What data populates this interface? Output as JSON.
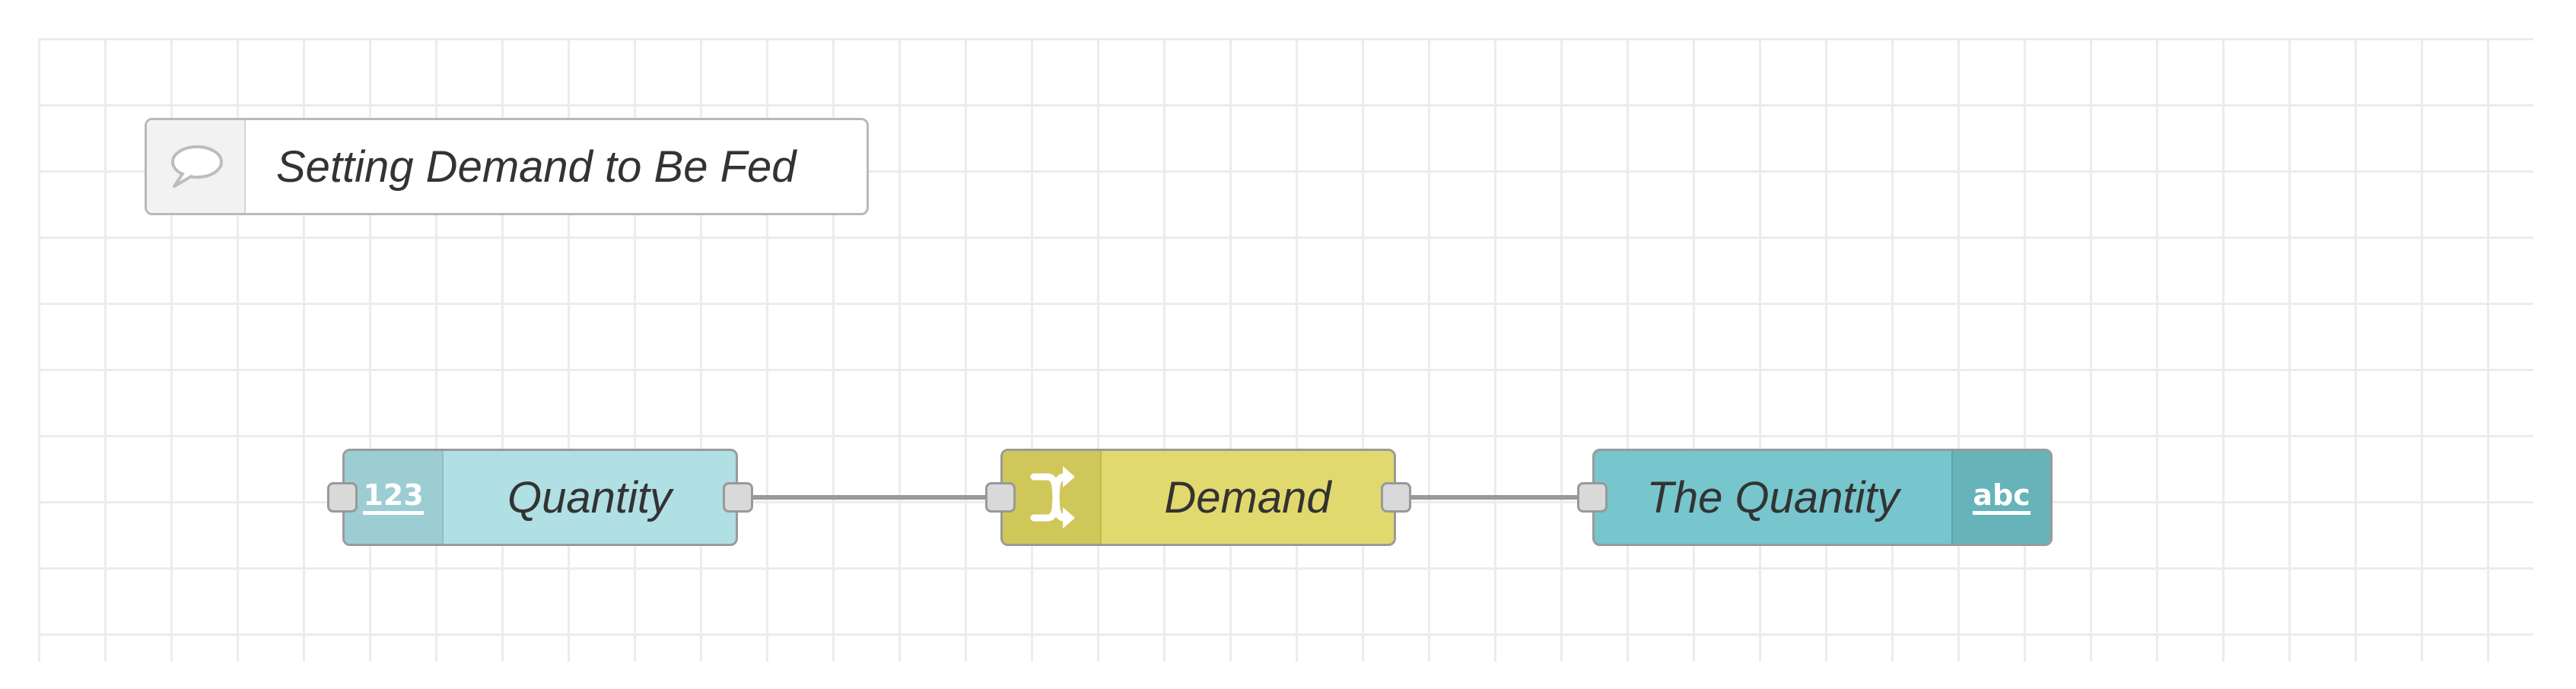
{
  "comment": {
    "label": "Setting Demand to Be Fed",
    "icon": "speech-bubble-icon"
  },
  "nodes": [
    {
      "id": "quantity",
      "label": "Quantity",
      "icon": "number-icon",
      "icon_text": "123",
      "color": "#b0dfe4"
    },
    {
      "id": "demand",
      "label": "Demand",
      "icon": "shuffle-icon",
      "color": "#e2d96e"
    },
    {
      "id": "the-quantity",
      "label": "The Quantity",
      "icon": "string-icon",
      "icon_text": "abc",
      "color": "#77c6cd"
    }
  ],
  "wires": [
    {
      "from": "quantity",
      "to": "demand"
    },
    {
      "from": "demand",
      "to": "the-quantity"
    }
  ],
  "colors": {
    "grid_line": "#ececec",
    "wire": "#999999",
    "port_fill": "#d9d9d9",
    "port_border": "#999999"
  }
}
